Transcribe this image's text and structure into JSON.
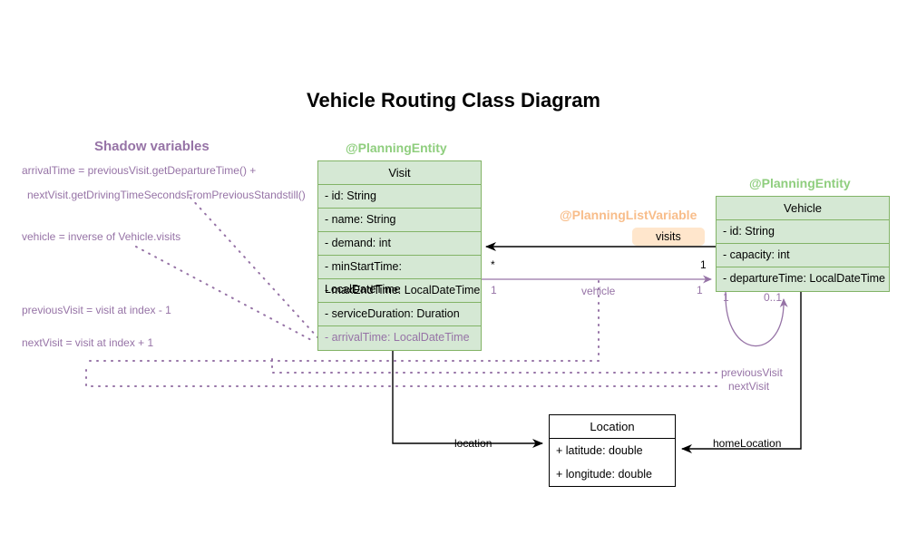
{
  "title": "Vehicle Routing Class Diagram",
  "background": "#ffffff",
  "colors": {
    "entity_fill": "#d5e8d4",
    "entity_stroke": "#82b366",
    "stereotype_green": "#8fce7e",
    "stereotype_orange": "#f8bd8a",
    "shadow_purple": "#9673a6",
    "badge_fill": "#ffe6cc",
    "plain_stroke": "#000000"
  },
  "shadow_section": {
    "heading": "Shadow variables",
    "notes": [
      "arrivalTime = previousVisit.getDepartureTime() +",
      "nextVisit.getDrivingTimeSecondsFromPreviousStandstill()",
      "vehicle = inverse of Vehicle.visits",
      "previousVisit = visit at index - 1",
      "nextVisit = visit at index + 1"
    ]
  },
  "classes": {
    "visit": {
      "stereotype": "@PlanningEntity",
      "name": "Visit",
      "attributes": [
        {
          "text": "- id: String",
          "shadow": false
        },
        {
          "text": "- name: String",
          "shadow": false
        },
        {
          "text": "- demand: int",
          "shadow": false
        },
        {
          "text": "- minStartTime: LocalDateTime",
          "shadow": false
        },
        {
          "text": "- maxEndTime: LocalDateTime",
          "shadow": false
        },
        {
          "text": "- serviceDuration: Duration",
          "shadow": false
        },
        {
          "text": "- arrivalTime: LocalDateTime",
          "shadow": true
        }
      ]
    },
    "vehicle": {
      "stereotype": "@PlanningEntity",
      "name": "Vehicle",
      "attributes": [
        {
          "text": "- id: String",
          "shadow": false
        },
        {
          "text": "- capacity: int",
          "shadow": false
        },
        {
          "text": "- departureTime: LocalDateTime",
          "shadow": false
        }
      ]
    },
    "location": {
      "name": "Location",
      "attributes": [
        {
          "text": "+ latitude: double",
          "shadow": false
        },
        {
          "text": "+ longitude: double",
          "shadow": false
        }
      ]
    }
  },
  "relations": {
    "list_variable_stereotype": "@PlanningListVariable",
    "visits_label": "visits",
    "visits_mult_source": "*",
    "visits_mult_target": "1",
    "vehicle_label": "vehicle",
    "vehicle_mult_source": "1",
    "vehicle_mult_target": "1",
    "self_mult_left": "1",
    "self_mult_right": "0..1",
    "previous_visit_label": "previousVisit",
    "next_visit_label": "nextVisit",
    "location_label": "location",
    "home_location_label": "homeLocation"
  }
}
